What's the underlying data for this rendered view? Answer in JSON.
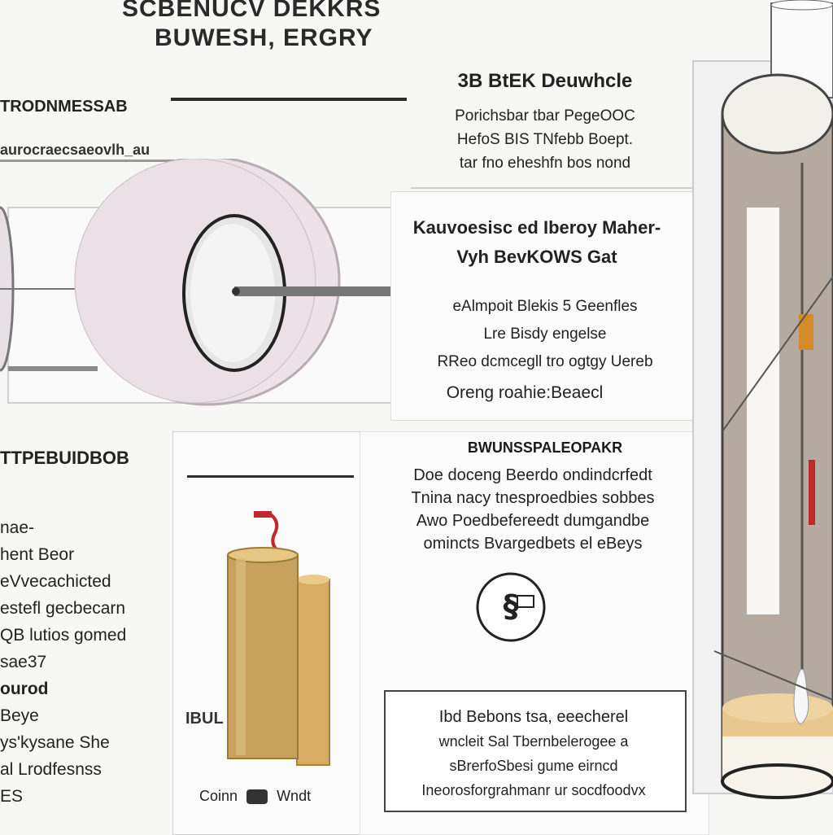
{
  "header": {
    "line1": "SCBENUCV DEKKRS",
    "line2": "BUWESH, ERGRY"
  },
  "top_left": {
    "label": "TRODNMESSAB",
    "sublabel": "aurocraecsaeovlh_au"
  },
  "top_right": {
    "heading": "3B BtEK Deuwhcle",
    "lines": [
      "Porichsbar tbar PegeOOC",
      "HefoS BIS TNfebb Boept.",
      "tar fno eheshfn bos nond"
    ]
  },
  "middle": {
    "heading_lines": [
      "Kauvoesisc ed Iberoy Maher-",
      "Vyh BevKOWS Gat"
    ],
    "lines": [
      "eAlmpoit Blekis 5 Geenfles",
      "Lre Bisdy engelse",
      "RReo dcmcegll tro ogtgy Uereb"
    ],
    "footer": "Oreng roahie:Beaecl"
  },
  "left_column": {
    "heading": "TTPEBUIDBOB",
    "lines": [
      "nae-",
      "hent Beor",
      "eVvecachicted",
      "estefl gecbecarn",
      "QB lutios gomed",
      "sae37",
      "ourod",
      "Beye",
      "ys'kysane She",
      "al Lrodfesnss",
      "ES"
    ]
  },
  "battery_panel": {
    "label_left": "IBUL",
    "caption_left": "Coinn",
    "caption_right": "Wndt"
  },
  "center_right": {
    "heading": "BWUNSSPALEOPAKR",
    "lines": [
      "Doe doceng Beerdo ondindcrfedt",
      "Tnina nacy tnesproedbies sobbes",
      "Awo Poedbefereedt dumgandbe",
      "omincts Bvargedbets el eBeys"
    ]
  },
  "callout_box": {
    "lines": [
      "Ibd Bebons tsa, eeecherel",
      "wncleit Sal Tbernbelerogee a",
      "sBrerfoSbesi gume eirncd",
      "Ineorosforgrahmanr ur socdfoodvx"
    ]
  },
  "colors": {
    "ring": "#ebe1e6",
    "cylinder_gold": "#c9a15e",
    "tank_body": "#b4aaa0",
    "tank_top": "#f2f0ea",
    "tank_liquid": "#e8c88f",
    "accent_red": "#c0282c",
    "accent_orange": "#d68a2a"
  },
  "icons": [
    "battery-coin-icon",
    "ring-cell-icon",
    "tank-cell-icon",
    "tech-badge-icon",
    "dynamite-cell-icon"
  ]
}
